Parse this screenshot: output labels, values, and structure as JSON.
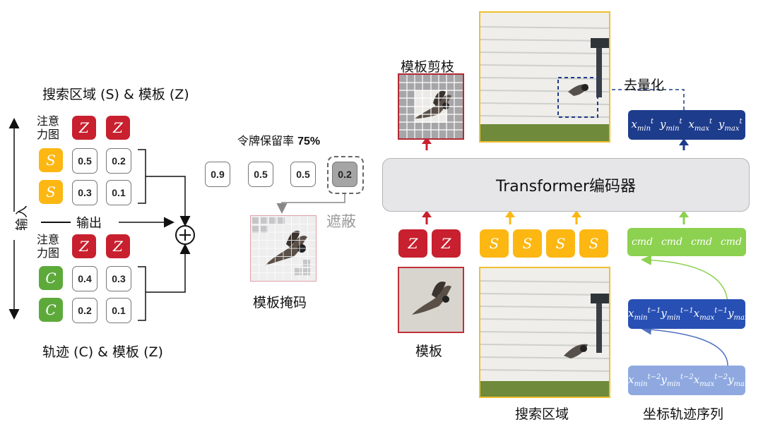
{
  "left": {
    "top_caption": "搜索区域 (S) & 模板 (Z)",
    "attn_label_top": "注意\n力图",
    "attn_label_bottom": "注意\n力图",
    "input_label": "输入",
    "output_label": "输出",
    "bottom_caption": "轨迹 (C) & 模板 (Z)",
    "z_token": "Z",
    "s_token": "S",
    "c_token": "C",
    "rows": {
      "s1": [
        "0.5",
        "0.2"
      ],
      "s2": [
        "0.3",
        "0.1"
      ],
      "c1": [
        "0.4",
        "0.3"
      ],
      "c2": [
        "0.2",
        "0.1"
      ]
    }
  },
  "middle": {
    "retention_label": "令牌保留率",
    "retention_value": "75%",
    "scores": [
      "0.9",
      "0.5",
      "0.5",
      "0.2"
    ],
    "mask_label": "遮蔽",
    "template_mask_caption": "模板掩码"
  },
  "right": {
    "prune_caption": "模板剪枝",
    "dequant_label": "去量化",
    "encoder_label": "Transformer编码器",
    "z_tokens": [
      "Z",
      "Z"
    ],
    "s_tokens": [
      "S",
      "S",
      "S",
      "S"
    ],
    "cmd_tokens": [
      "cmd",
      "cmd",
      "cmd",
      "cmd"
    ],
    "template_caption": "模板",
    "search_caption": "搜索区域",
    "coord_caption": "坐标轨迹序列",
    "coord_sup_t": "t",
    "coord_sup_t1": "t−1",
    "coord_sup_t2": "t−2",
    "coord_names": [
      "x",
      "y",
      "x",
      "y"
    ],
    "coord_subs": [
      "min",
      "min",
      "max",
      "max"
    ]
  },
  "colors": {
    "z_red": "#c8202e",
    "s_yellow": "#fcb712",
    "c_green": "#5daa3b",
    "cmd_green": "#8cd14f",
    "coord_dark": "#1e3c8c",
    "coord_mid": "#2850b4",
    "coord_light": "#8fa9e0",
    "search_border": "#f0c030",
    "template_border": "#c0303a"
  }
}
